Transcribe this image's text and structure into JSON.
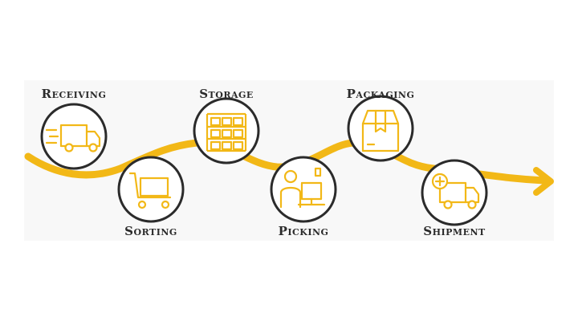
{
  "colors": {
    "accent": "#F2B817",
    "circle_stroke": "#2b2b2b",
    "text": "#2b2b2b",
    "background": "#ffffff"
  },
  "steps": [
    {
      "label": "Receiving",
      "icon": "delivery-truck-icon"
    },
    {
      "label": "Sorting",
      "icon": "cart-icon"
    },
    {
      "label": "Storage",
      "icon": "shelving-icon"
    },
    {
      "label": "Picking",
      "icon": "worker-computer-icon"
    },
    {
      "label": "Packaging",
      "icon": "package-box-icon"
    },
    {
      "label": "Shipment",
      "icon": "medical-truck-icon"
    }
  ]
}
